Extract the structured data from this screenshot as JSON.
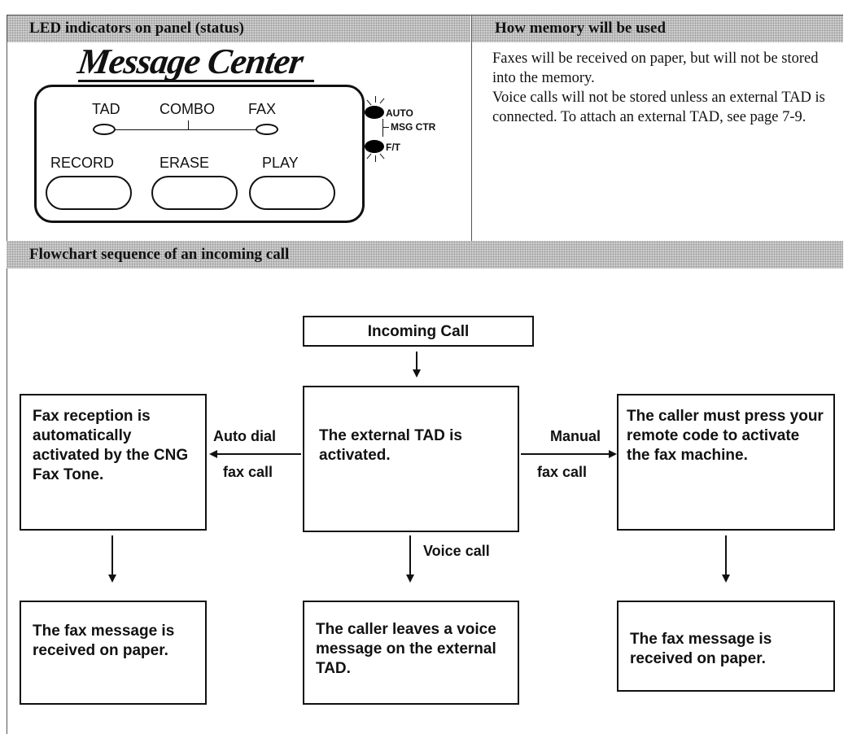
{
  "headers": {
    "led": "LED indicators on panel (status)",
    "memory": "How memory will be used",
    "flowchart": "Flowchart sequence of an incoming call"
  },
  "panel": {
    "brand": "Message Center",
    "led_labels": {
      "tad": "TAD",
      "combo": "COMBO",
      "fax": "FAX"
    },
    "buttons": {
      "record": "RECORD",
      "erase": "ERASE",
      "play": "PLAY"
    },
    "mode_labels": {
      "auto": "AUTO",
      "msg_ctr": "MSG CTR",
      "ft": "F/T"
    }
  },
  "memory": {
    "line1": "Faxes will be received on paper, but will not be stored into the memory.",
    "line2": "Voice calls will not be stored unless an external TAD is connected. To attach an external TAD, see page 7-9."
  },
  "flowchart": {
    "incoming": "Incoming Call",
    "center": "The external TAD is activated.",
    "left": "Fax reception is automatically activated by the CNG Fax Tone.",
    "right": "The caller must press your remote code to activate the fax machine.",
    "auto_label_1": "Auto dial",
    "auto_label_2": "fax call",
    "manual_label_1": "Manual",
    "manual_label_2": "fax call",
    "voice_label": "Voice call",
    "bottom_left": "The fax message is received on paper.",
    "bottom_center": "The caller leaves a voice message on the external TAD.",
    "bottom_right": "The fax message is received on paper."
  }
}
